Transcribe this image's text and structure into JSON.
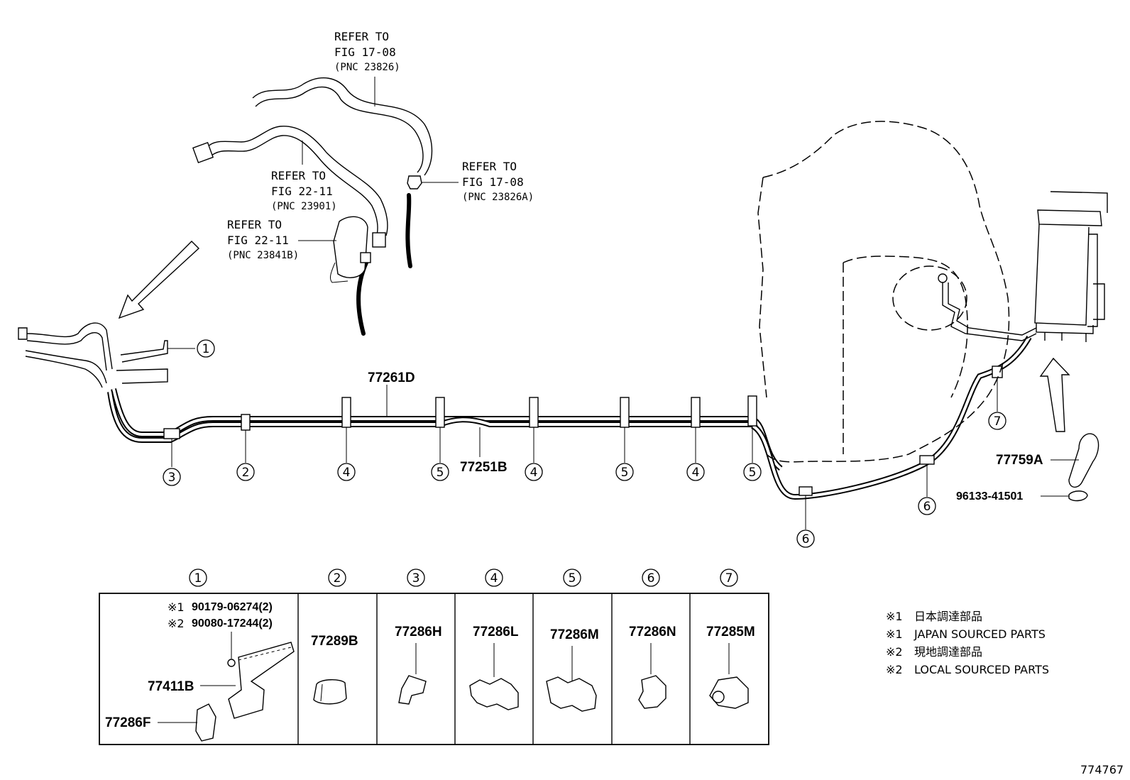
{
  "refs": [
    {
      "line1": "REFER TO",
      "line2": "FIG 17-08",
      "line3": "(PNC 23826)"
    },
    {
      "line1": "REFER TO",
      "line2": "FIG 17-08",
      "line3": "(PNC 23826A)"
    },
    {
      "line1": "REFER TO",
      "line2": "FIG 22-11",
      "line3": "(PNC 23901)"
    },
    {
      "line1": "REFER TO",
      "line2": "FIG 22-11",
      "line3": "(PNC 23841B)"
    }
  ],
  "parts": {
    "tube_upper": "77261D",
    "tube_lower": "77251B",
    "hose": "77759A",
    "clamp": "96133-41501"
  },
  "callouts": [
    "1",
    "2",
    "3",
    "4",
    "5",
    "6",
    "7"
  ],
  "table": {
    "col1": {
      "num": "1",
      "mark1": "※1",
      "code1": "90179-06274(2)",
      "mark2": "※2",
      "code2": "90080-17244(2)",
      "part_a": "77411B",
      "part_b": "77286F"
    },
    "cols": [
      {
        "num": "2",
        "part": "77289B"
      },
      {
        "num": "3",
        "part": "77286H"
      },
      {
        "num": "4",
        "part": "77286L"
      },
      {
        "num": "5",
        "part": "77286M"
      },
      {
        "num": "6",
        "part": "77286N"
      },
      {
        "num": "7",
        "part": "77285M"
      }
    ]
  },
  "legend": [
    {
      "mark": "※1",
      "text": "日本調達部品"
    },
    {
      "mark": "※1",
      "text": "JAPAN SOURCED PARTS"
    },
    {
      "mark": "※2",
      "text": "現地調達部品"
    },
    {
      "mark": "※2",
      "text": "LOCAL SOURCED PARTS"
    }
  ],
  "figure_id": "774767"
}
